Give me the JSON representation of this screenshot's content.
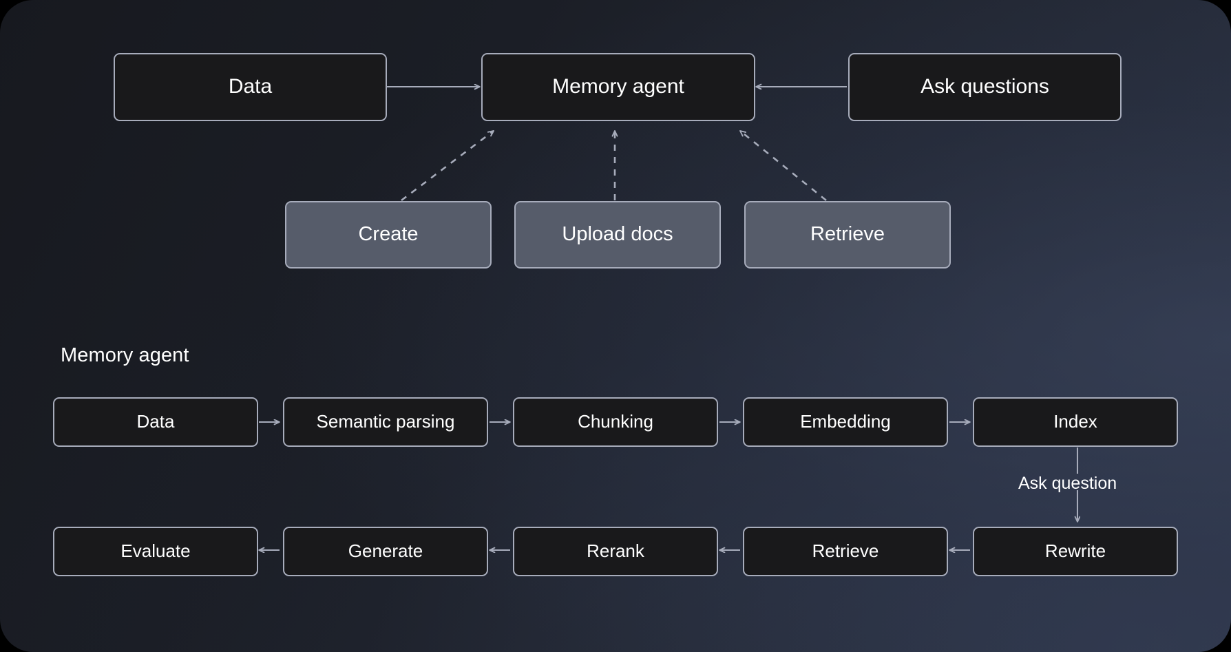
{
  "diagram": {
    "title_label": "Memory agent",
    "canvas_bg_dark": "#17191f",
    "canvas_bg_light": "#2b3243",
    "box_border_color": "#a7acbb",
    "box_dark_fill": "#19191b",
    "box_slate_fill": "#565c6a",
    "text_color": "#ffffff",
    "connector_color": "#a7acbb"
  },
  "overview": {
    "nodes": {
      "data": "Data",
      "memory_agent": "Memory agent",
      "ask_questions": "Ask questions",
      "create": "Create",
      "upload_docs": "Upload docs",
      "retrieve": "Retrieve"
    }
  },
  "pipeline": {
    "section_label": "Memory agent",
    "edge_label_ask_question": "Ask question",
    "row_top": [
      {
        "label": "Data"
      },
      {
        "label": "Semantic parsing"
      },
      {
        "label": "Chunking"
      },
      {
        "label": "Embedding"
      },
      {
        "label": "Index"
      }
    ],
    "row_bottom": [
      {
        "label": "Evaluate"
      },
      {
        "label": "Generate"
      },
      {
        "label": "Rerank"
      },
      {
        "label": "Retrieve"
      },
      {
        "label": "Rewrite"
      }
    ]
  }
}
